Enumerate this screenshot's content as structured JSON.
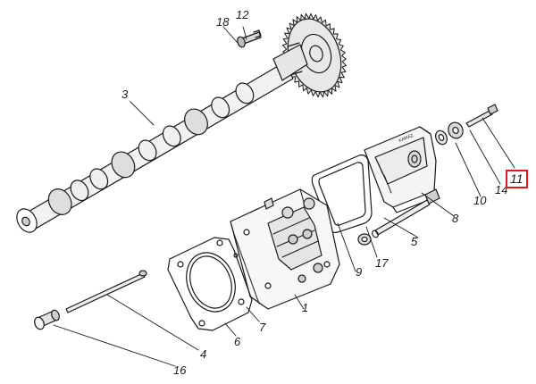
{
  "diagram": {
    "highlight_color": "#e01818",
    "line_color": "#1a1a1a",
    "callouts": [
      {
        "id": "c1",
        "label": "1"
      },
      {
        "id": "c3",
        "label": "3"
      },
      {
        "id": "c4",
        "label": "4"
      },
      {
        "id": "c5",
        "label": "5"
      },
      {
        "id": "c6",
        "label": "6"
      },
      {
        "id": "c7",
        "label": "7"
      },
      {
        "id": "c8",
        "label": "8"
      },
      {
        "id": "c9",
        "label": "9"
      },
      {
        "id": "c10",
        "label": "10"
      },
      {
        "id": "c11",
        "label": "11",
        "highlighted": true
      },
      {
        "id": "c12",
        "label": "12"
      },
      {
        "id": "c14",
        "label": "14"
      },
      {
        "id": "c16",
        "label": "16"
      },
      {
        "id": "c17",
        "label": "17"
      },
      {
        "id": "c18",
        "label": "18"
      }
    ],
    "cover_marking": "KAMAZ"
  }
}
